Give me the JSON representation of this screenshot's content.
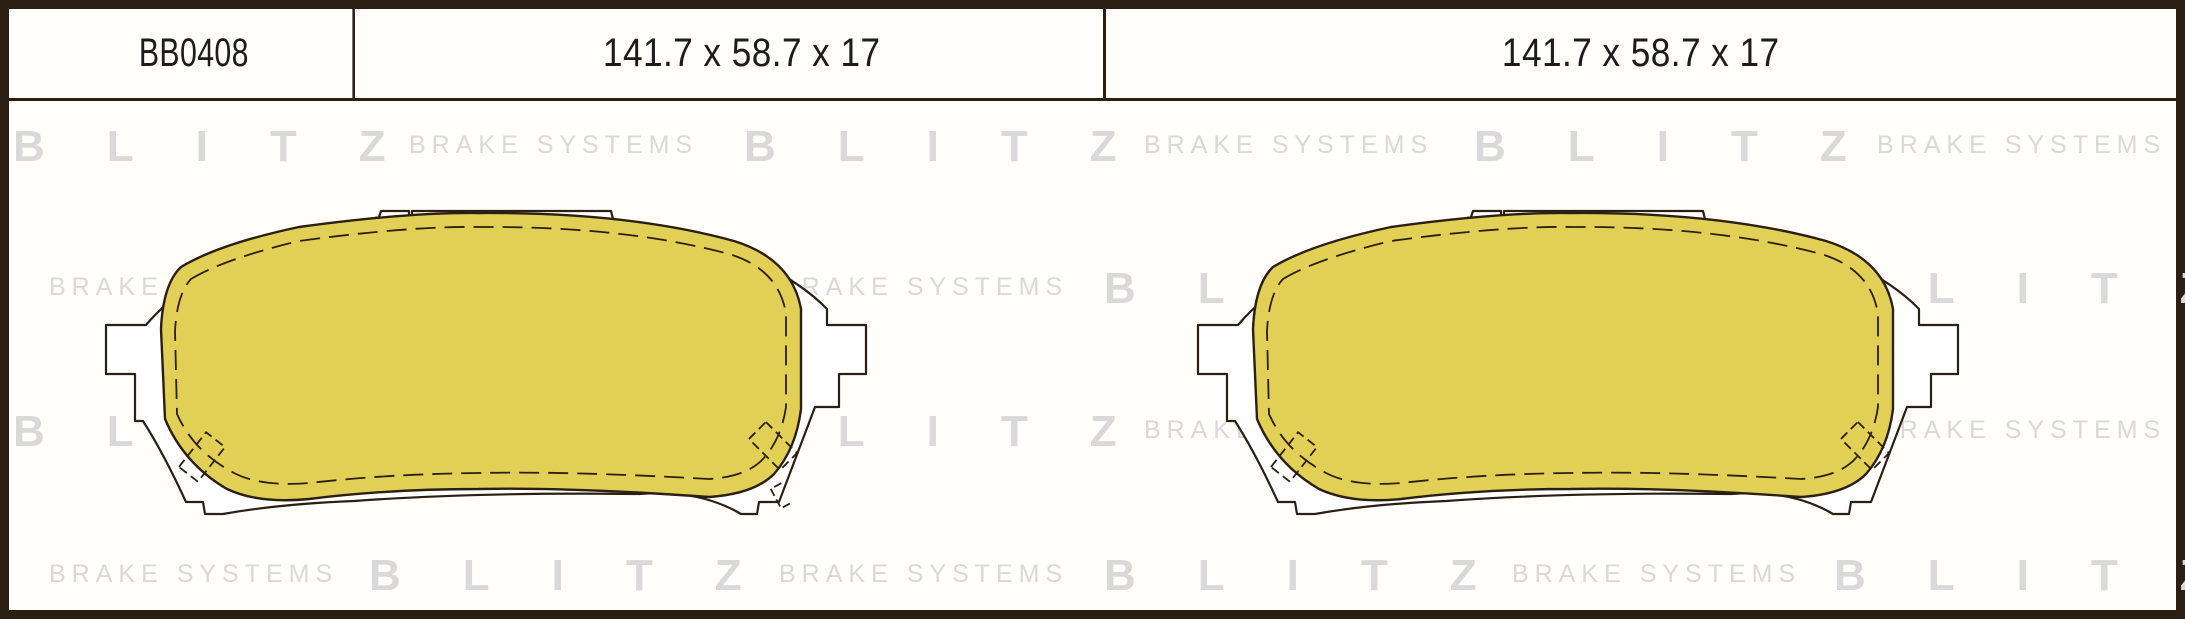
{
  "part_code": "BB0408",
  "dimensions": {
    "left": "141.7 x 58.7 x 17",
    "right": "141.7 x 58.7 x 17"
  },
  "watermark": {
    "brand": "BLITZ",
    "tagline": "BRAKE SYSTEMS"
  },
  "colors": {
    "frame": "#2a1f12",
    "pad_fill": "#e2cf55",
    "backing_plate": "#ffffff",
    "watermark": "#d9d9d9"
  }
}
